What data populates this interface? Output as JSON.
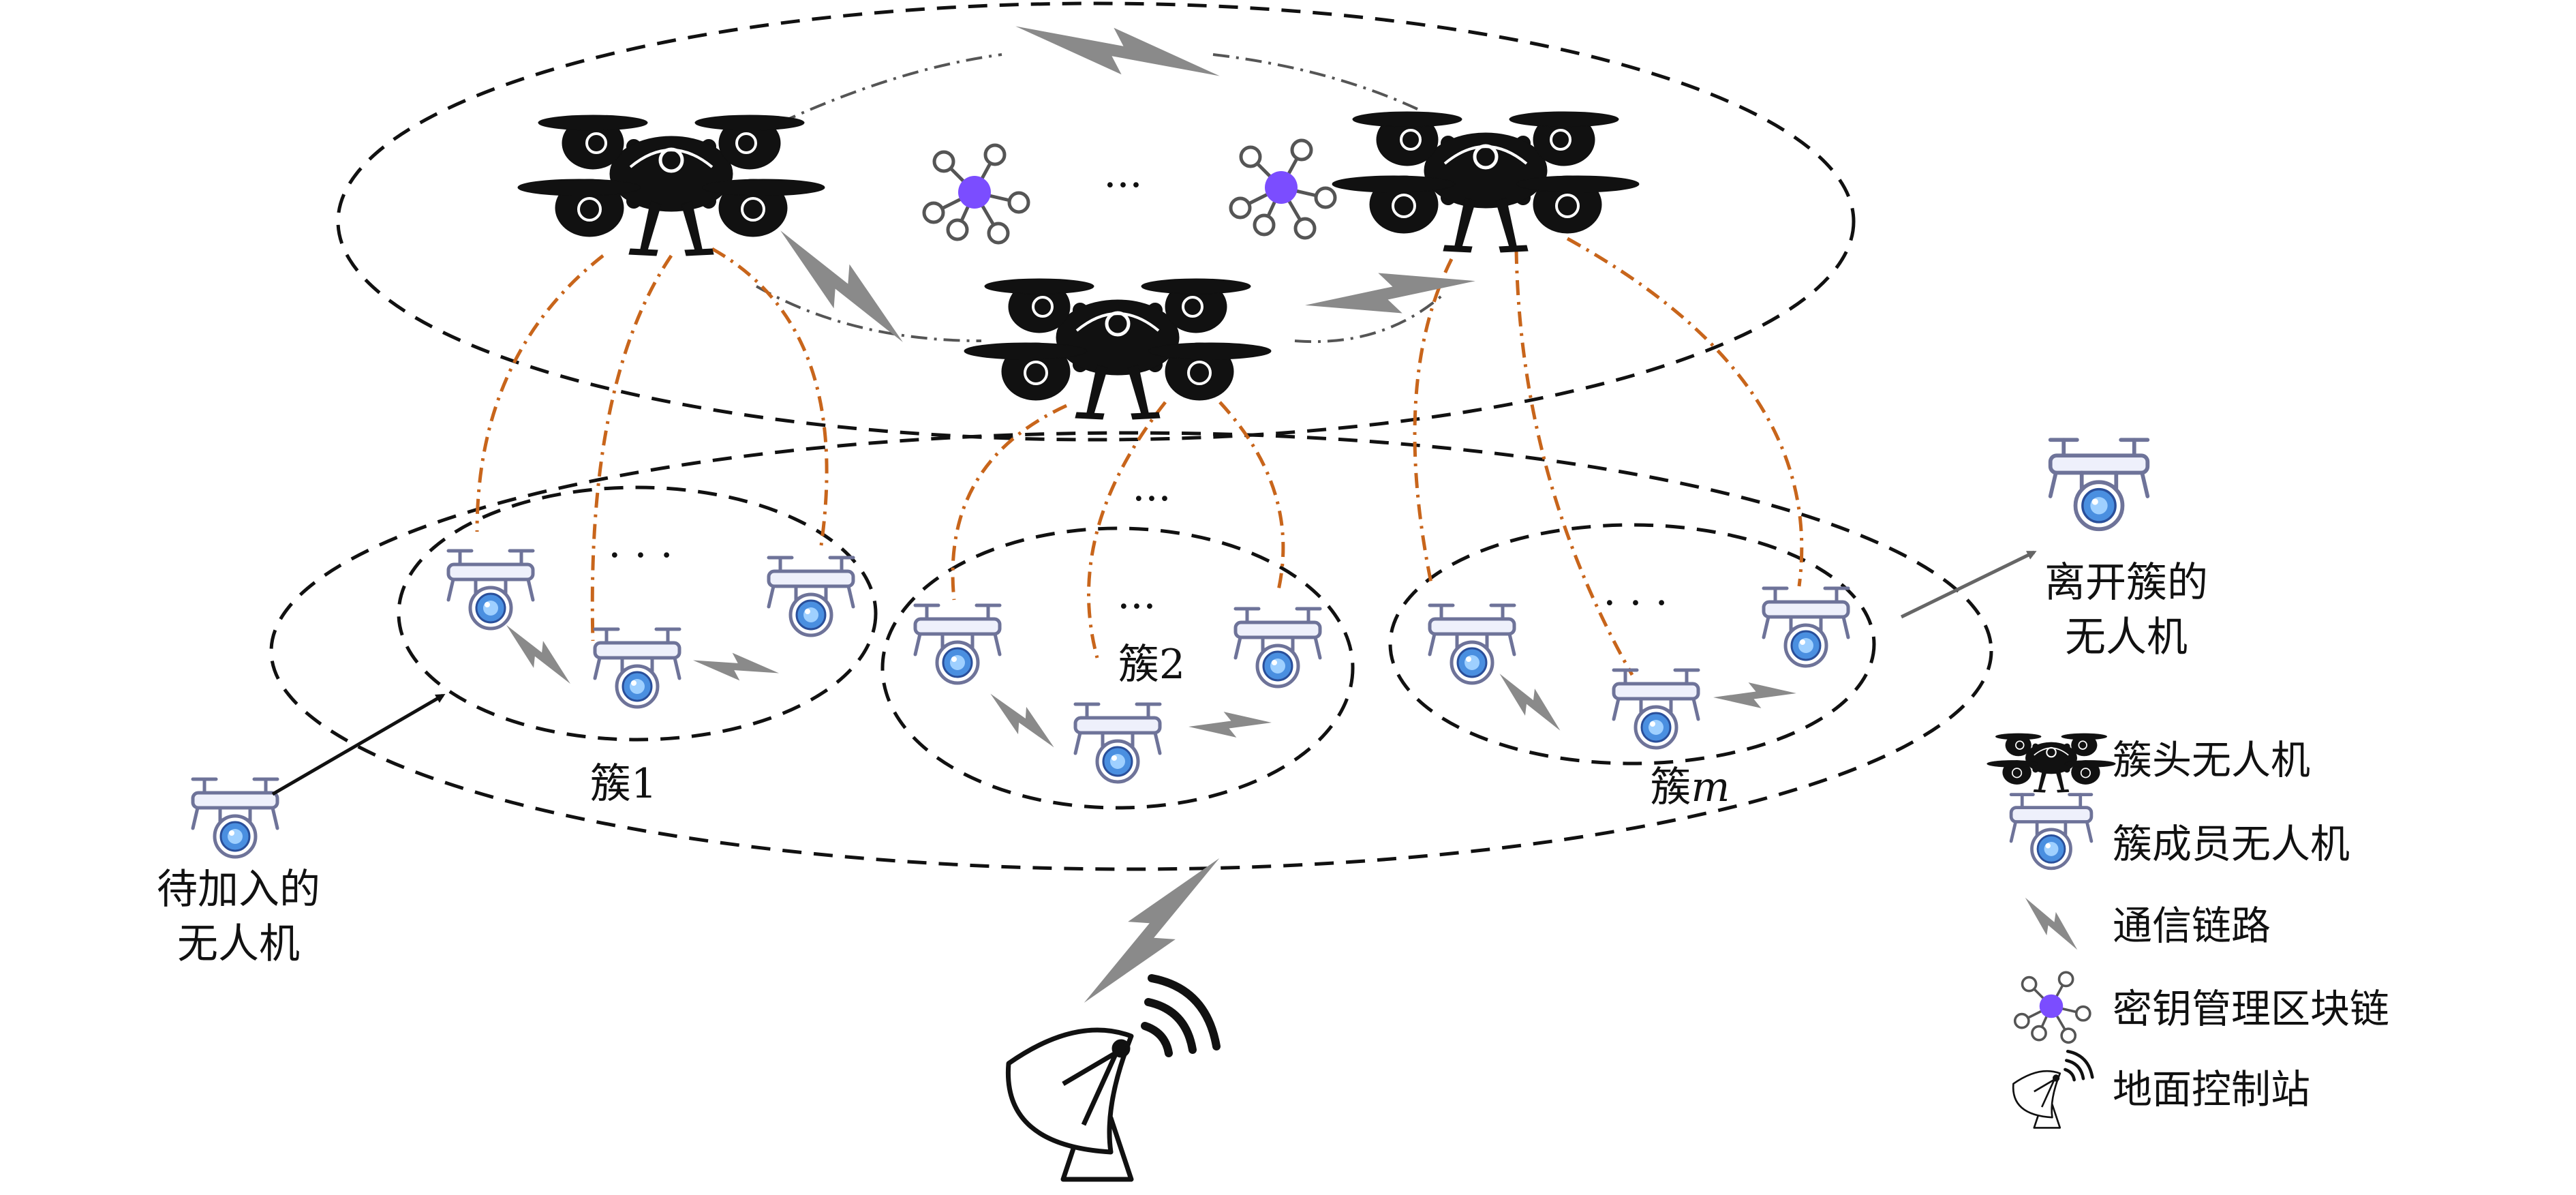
{
  "labels": {
    "cluster1": "簇1",
    "cluster2": "簇2",
    "cluster_m_prefix": "簇",
    "cluster_m_var": "m",
    "join_line1": "待加入的",
    "join_line2": "无人机",
    "leave_line1": "离开簇的",
    "leave_line2": "无人机",
    "ellipsis_top": "···",
    "ellipsis_c1": "·  ·  ·",
    "ellipsis_c2": "···",
    "ellipsis_mid": "···",
    "ellipsis_cm": "·  ·  ·"
  },
  "legend": [
    {
      "icon": "cluster-head-drone-icon",
      "label": "簇头无人机"
    },
    {
      "icon": "cluster-member-drone-icon",
      "label": "簇成员无人机"
    },
    {
      "icon": "communication-link-icon",
      "label": "通信链路"
    },
    {
      "icon": "key-management-blockchain-icon",
      "label": "密钥管理区块链"
    },
    {
      "icon": "ground-control-station-icon",
      "label": "地面控制站"
    }
  ],
  "colors": {
    "link_orange": "#c8651b",
    "blockchain_purple": "#7b4dff",
    "member_blue": "#4a8fe0",
    "member_frame": "#8a8fb5",
    "lightning_gray": "#888888"
  }
}
